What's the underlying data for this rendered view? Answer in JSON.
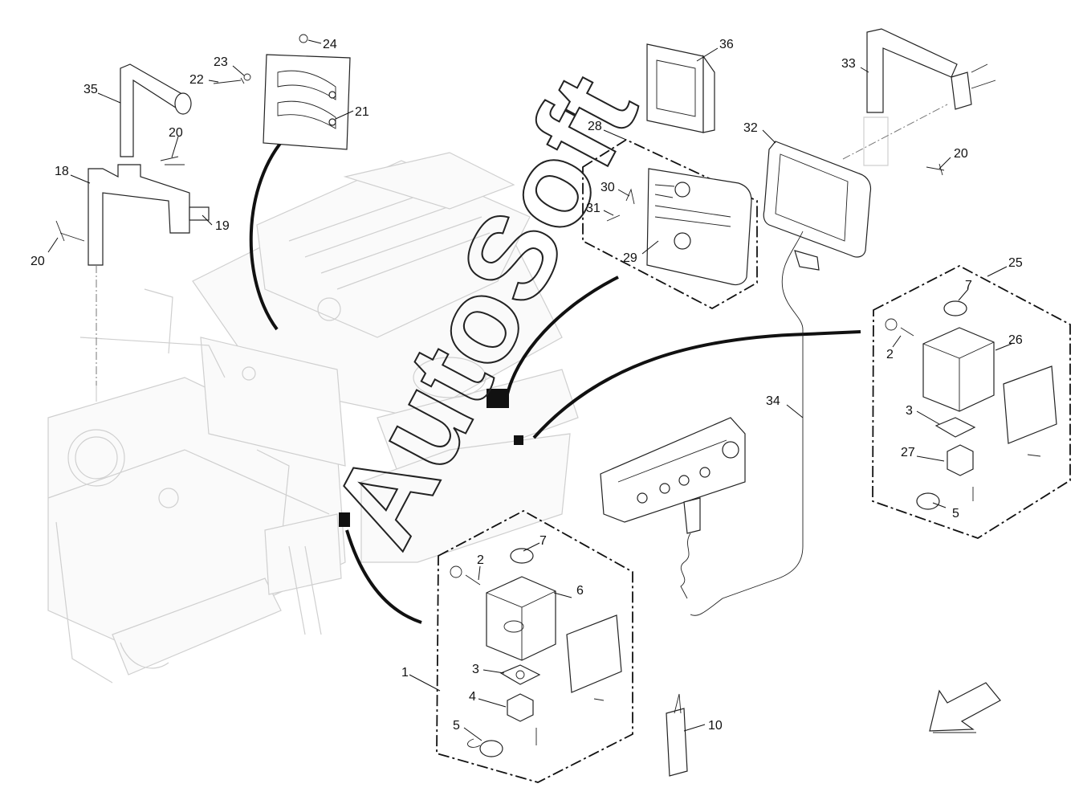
{
  "diagram": {
    "watermark": "AutoSoft",
    "labels": [
      {
        "id": "l1",
        "text": "1"
      },
      {
        "id": "l2a",
        "text": "2"
      },
      {
        "id": "l2b",
        "text": "2"
      },
      {
        "id": "l3a",
        "text": "3"
      },
      {
        "id": "l3b",
        "text": "3"
      },
      {
        "id": "l4",
        "text": "4"
      },
      {
        "id": "l5a",
        "text": "5"
      },
      {
        "id": "l5b",
        "text": "5"
      },
      {
        "id": "l6",
        "text": "6"
      },
      {
        "id": "l7a",
        "text": "7"
      },
      {
        "id": "l7b",
        "text": "7"
      },
      {
        "id": "l10",
        "text": "10"
      },
      {
        "id": "l18",
        "text": "18"
      },
      {
        "id": "l19",
        "text": "19"
      },
      {
        "id": "l20a",
        "text": "20"
      },
      {
        "id": "l20b",
        "text": "20"
      },
      {
        "id": "l20c",
        "text": "20"
      },
      {
        "id": "l21",
        "text": "21"
      },
      {
        "id": "l22",
        "text": "22"
      },
      {
        "id": "l23",
        "text": "23"
      },
      {
        "id": "l24",
        "text": "24"
      },
      {
        "id": "l25",
        "text": "25"
      },
      {
        "id": "l26",
        "text": "26"
      },
      {
        "id": "l27",
        "text": "27"
      },
      {
        "id": "l28",
        "text": "28"
      },
      {
        "id": "l29",
        "text": "29"
      },
      {
        "id": "l30",
        "text": "30"
      },
      {
        "id": "l31",
        "text": "31"
      },
      {
        "id": "l32",
        "text": "32"
      },
      {
        "id": "l33",
        "text": "33"
      },
      {
        "id": "l34",
        "text": "34"
      },
      {
        "id": "l35",
        "text": "35"
      },
      {
        "id": "l36",
        "text": "36"
      }
    ]
  }
}
